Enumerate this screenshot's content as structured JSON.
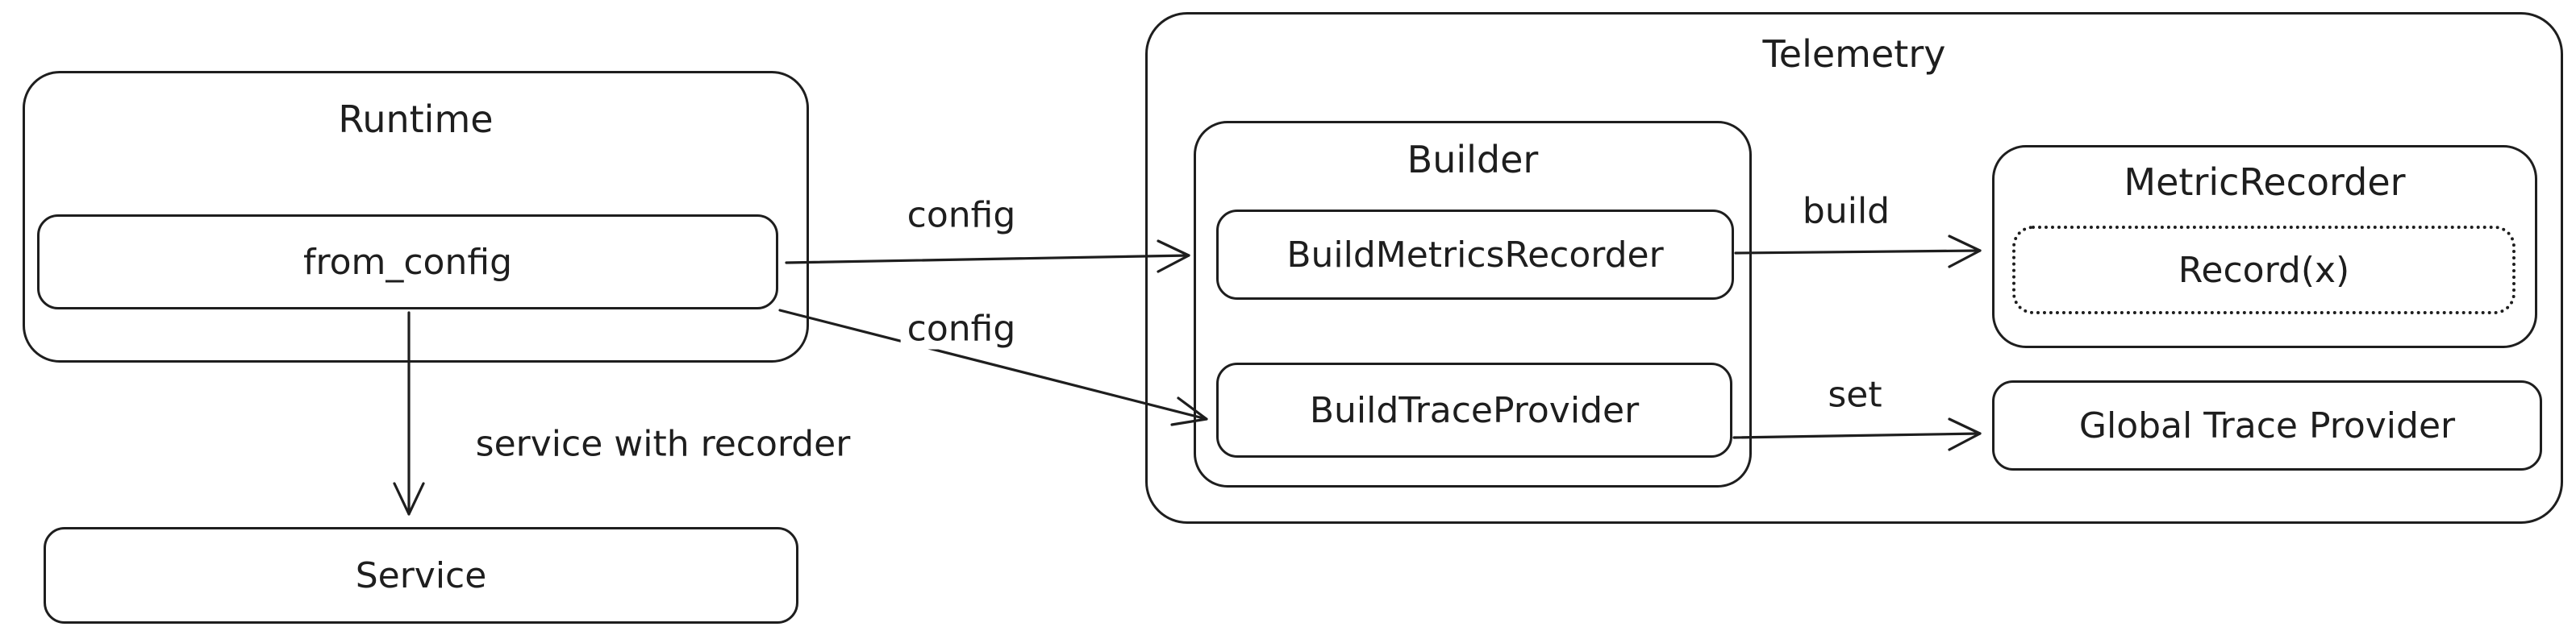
{
  "canvas": {
    "background": "#ffffff",
    "stroke": "#1e1e1e"
  },
  "nodes": {
    "runtime": {
      "title": "Runtime"
    },
    "from_config": {
      "label": "from_config"
    },
    "service": {
      "label": "Service"
    },
    "telemetry": {
      "title": "Telemetry"
    },
    "builder": {
      "title": "Builder"
    },
    "build_metrics_recorder": {
      "label": "BuildMetricsRecorder"
    },
    "build_trace_provider": {
      "label": "BuildTraceProvider"
    },
    "metric_recorder": {
      "title": "MetricRecorder"
    },
    "record_x": {
      "label": "Record(x)"
    },
    "global_trace_provider": {
      "label": "Global Trace Provider"
    }
  },
  "edges": {
    "config_to_metrics": {
      "label": "config"
    },
    "config_to_trace": {
      "label": "config"
    },
    "build": {
      "label": "build"
    },
    "set": {
      "label": "set"
    },
    "service_with_recorder": {
      "label": "service with recorder"
    }
  }
}
